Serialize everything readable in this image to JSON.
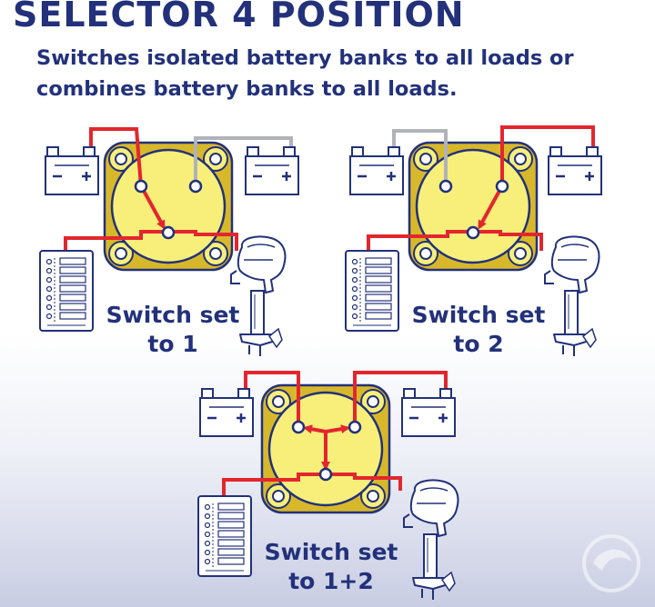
{
  "title": "SELECTOR 4 POSITION",
  "subtitle": "Switches isolated battery banks to all loads or combines battery banks to all loads.",
  "colors": {
    "navy": "#22317a",
    "active_wire": "#e3262e",
    "inactive_wire": "#b0b3b8",
    "switch_body": "#f7ef7a",
    "switch_mount": "#d8b82b"
  },
  "panels": [
    {
      "caption_line1": "Switch set",
      "caption_line2": "to 1"
    },
    {
      "caption_line1": "Switch set",
      "caption_line2": "to 2"
    },
    {
      "caption_line1": "Switch set",
      "caption_line2": "to 1+2"
    }
  ],
  "battery_label": {
    "minus": "−",
    "plus": "+"
  }
}
